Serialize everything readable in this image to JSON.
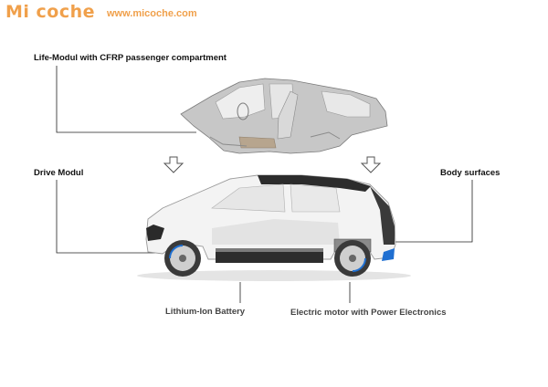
{
  "watermark": {
    "brand": "Mi coche",
    "url": "www.micoche.com",
    "color": "#f0a04b"
  },
  "labels": {
    "life_modul": "Life-Modul with CFRP passenger compartment",
    "drive_modul": "Drive Modul",
    "body_surfaces": "Body surfaces",
    "battery": "Lithium-Ion Battery",
    "motor": "Electric motor with Power Electronics"
  },
  "icons": {
    "arrow_left": "down-arrow-icon",
    "arrow_right": "down-arrow-icon"
  }
}
